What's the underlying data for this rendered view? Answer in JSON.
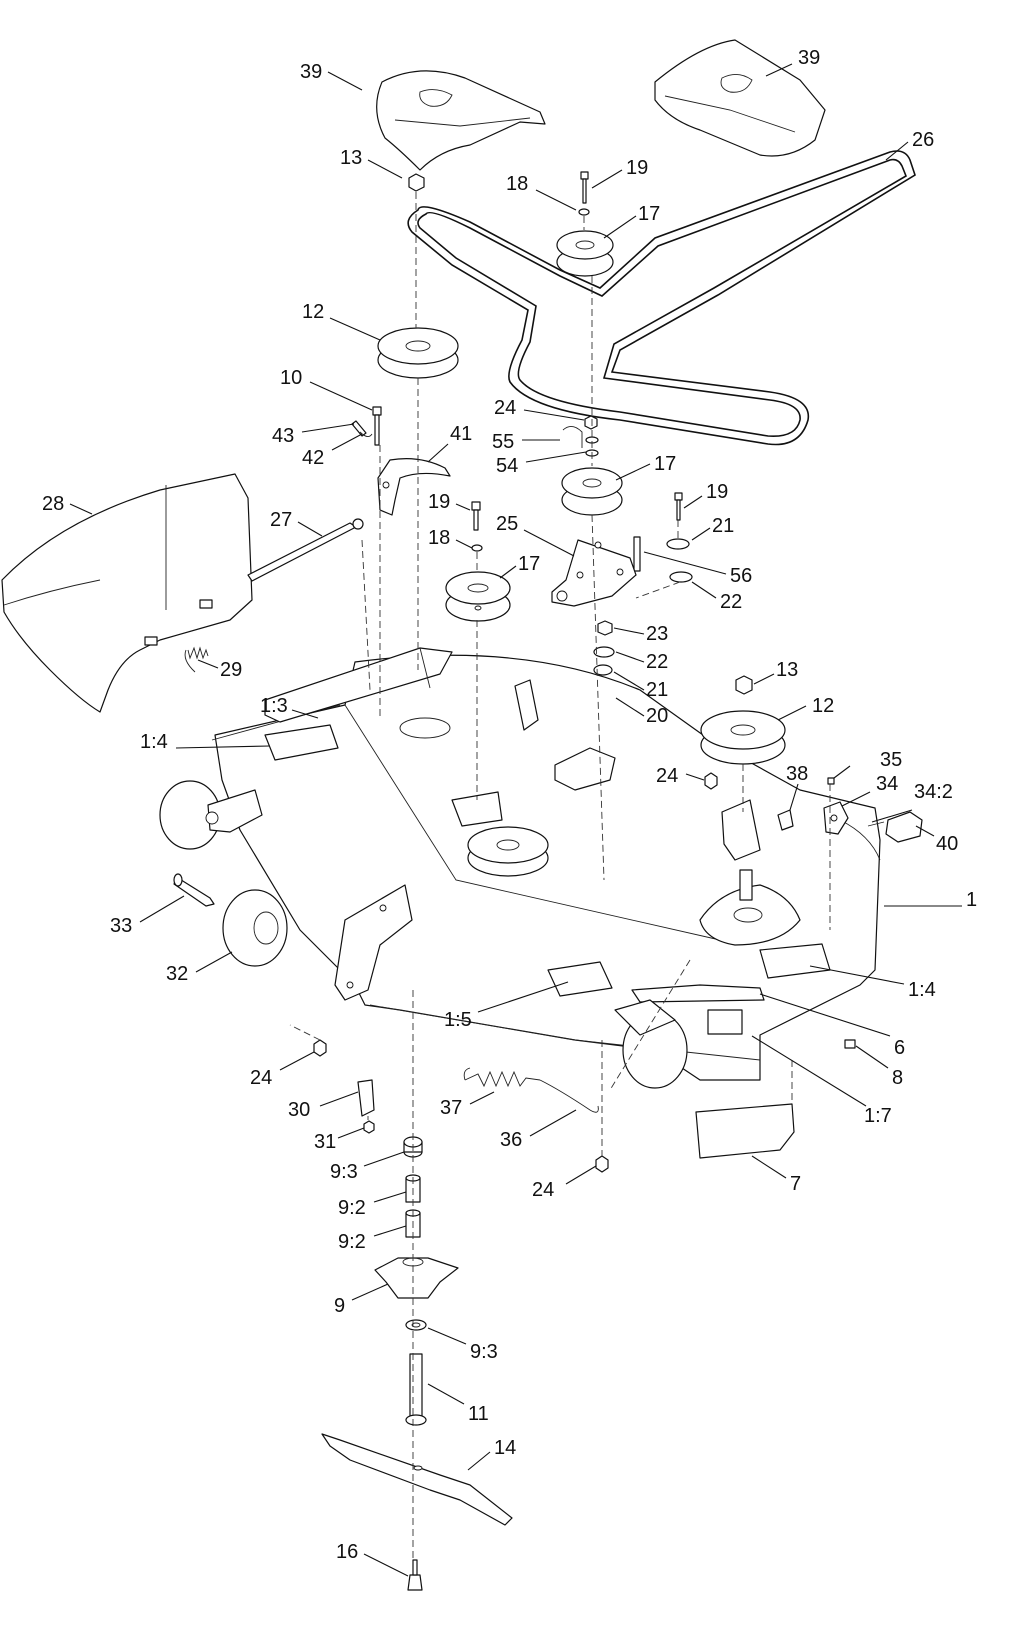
{
  "diagram": {
    "callouts": [
      "39",
      "39",
      "13",
      "19",
      "18",
      "17",
      "26",
      "12",
      "10",
      "43",
      "42",
      "41",
      "24",
      "55",
      "54",
      "17",
      "19",
      "21",
      "56",
      "22",
      "28",
      "27",
      "19",
      "18",
      "17",
      "25",
      "29",
      "23",
      "22",
      "21",
      "20",
      "1:3",
      "1:4",
      "13",
      "12",
      "24",
      "38",
      "35",
      "34",
      "34:2",
      "40",
      "1",
      "33",
      "32",
      "1:4",
      "1:5",
      "6",
      "24",
      "8",
      "30",
      "37",
      "1:7",
      "31",
      "36",
      "9:3",
      "24",
      "7",
      "9:2",
      "9:2",
      "9",
      "9:3",
      "11",
      "14",
      "16"
    ]
  }
}
